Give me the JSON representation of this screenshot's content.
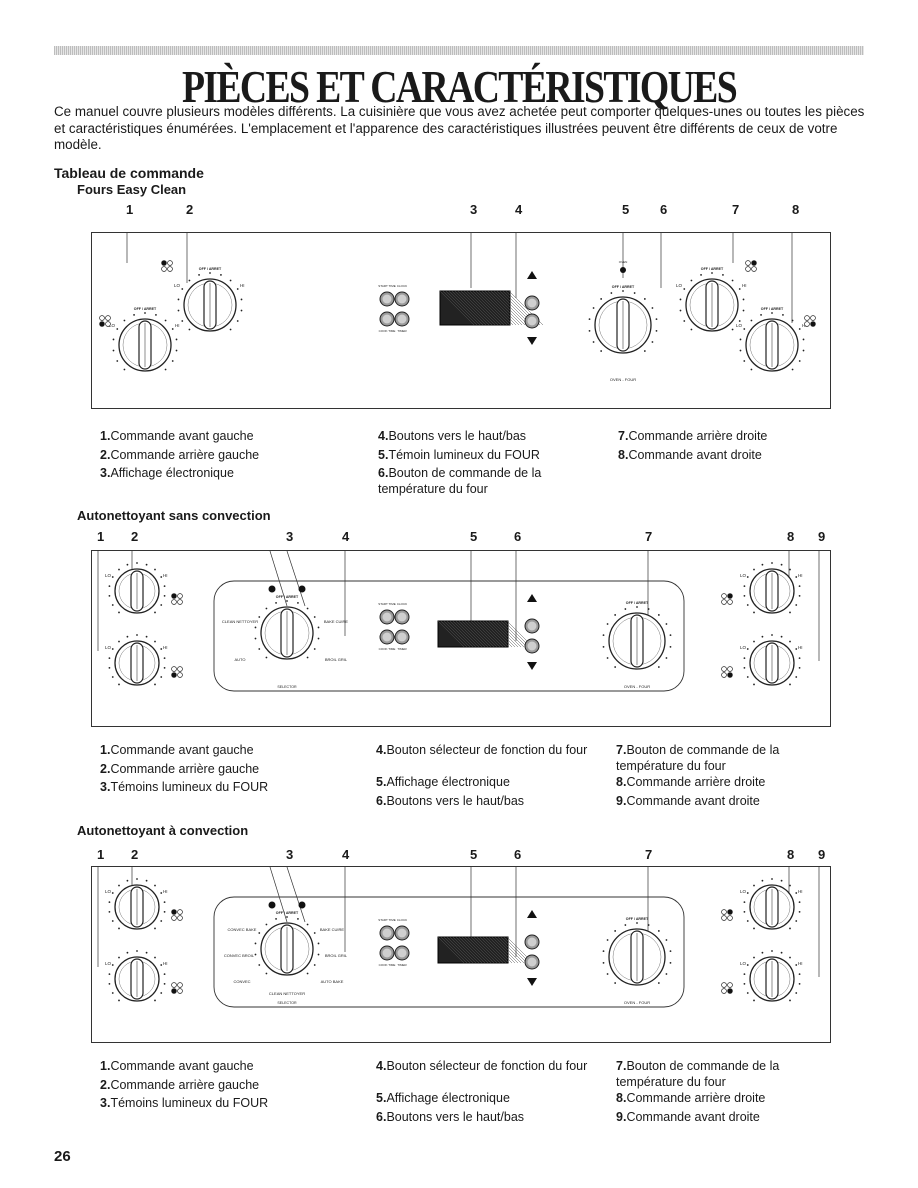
{
  "page": {
    "title": "PIÈCES ET CARACTÉRISTIQUES",
    "intro": "Ce manuel couvre plusieurs modèles différents. La cuisinière que vous avez achetée peut comporter quelques-unes ou toutes les pièces et caractéristiques énumérées. L'emplacement et l'apparence des caractéristiques illustrées peuvent être différents de ceux de votre modèle.",
    "section_heading": "Tableau de commande",
    "page_number": "26"
  },
  "sections": [
    {
      "heading": "Fours Easy Clean",
      "numbers": [
        "1",
        "2",
        "3",
        "4",
        "5",
        "6",
        "7",
        "8"
      ],
      "captions": [
        {
          "n": "1.",
          "t": "Commande avant gauche"
        },
        {
          "n": "2.",
          "t": "Commande arrière gauche"
        },
        {
          "n": "3.",
          "t": "Affichage électronique"
        },
        {
          "n": "4.",
          "t": "Boutons vers le haut/bas"
        },
        {
          "n": "5.",
          "t": "Témoin lumineux du FOUR"
        },
        {
          "n": "6.",
          "t": "Bouton de commande de la température du four"
        },
        {
          "n": "7.",
          "t": "Commande arrière droite"
        },
        {
          "n": "8.",
          "t": "Commande avant droite"
        }
      ]
    },
    {
      "heading": "Autonettoyant sans convection",
      "numbers": [
        "1",
        "2",
        "3",
        "4",
        "5",
        "6",
        "7",
        "8",
        "9"
      ],
      "captions": [
        {
          "n": "1.",
          "t": "Commande avant gauche"
        },
        {
          "n": "2.",
          "t": "Commande arrière gauche"
        },
        {
          "n": "3.",
          "t": "Témoins lumineux du FOUR"
        },
        {
          "n": "4.",
          "t": "Bouton sélecteur de fonction du four"
        },
        {
          "n": "5.",
          "t": "Affichage électronique"
        },
        {
          "n": "6.",
          "t": "Boutons vers le haut/bas"
        },
        {
          "n": "7.",
          "t": "Bouton de commande de la température du four"
        },
        {
          "n": "8.",
          "t": "Commande arrière droite"
        },
        {
          "n": "9.",
          "t": "Commande avant droite"
        }
      ]
    },
    {
      "heading": "Autonettoyant à convection",
      "numbers": [
        "1",
        "2",
        "3",
        "4",
        "5",
        "6",
        "7",
        "8",
        "9"
      ],
      "captions": [
        {
          "n": "1.",
          "t": "Commande avant gauche"
        },
        {
          "n": "2.",
          "t": "Commande arrière gauche"
        },
        {
          "n": "3.",
          "t": "Témoins lumineux du FOUR"
        },
        {
          "n": "4.",
          "t": "Bouton sélecteur de fonction du four"
        },
        {
          "n": "5.",
          "t": "Affichage électronique"
        },
        {
          "n": "6.",
          "t": "Boutons vers le haut/bas"
        },
        {
          "n": "7.",
          "t": "Bouton de commande de la température du four"
        },
        {
          "n": "8.",
          "t": "Commande arrière droite"
        },
        {
          "n": "9.",
          "t": "Commande avant droite"
        }
      ]
    }
  ],
  "panel_labels": {
    "off_arret": "OFF / ARRET",
    "lo": "LO",
    "hi": "HI",
    "oven_four": "OVEN - FOUR",
    "selector": "SELECTOR",
    "start_time": "START TIME",
    "clock": "CLOCK",
    "cook_time": "COOK TIME",
    "timer": "TIMER",
    "clean_nettoyer": "CLEAN NETTOYER",
    "bake_cuire": "BAKE CUIRE",
    "broil_gril": "BROIL GRIL",
    "auto": "AUTO",
    "convec_bake": "CONVEC BAKE",
    "convec_broil": "CONVEC BROIL",
    "convec": "CONVEC",
    "auto_bake": "AUTO BAKE"
  }
}
